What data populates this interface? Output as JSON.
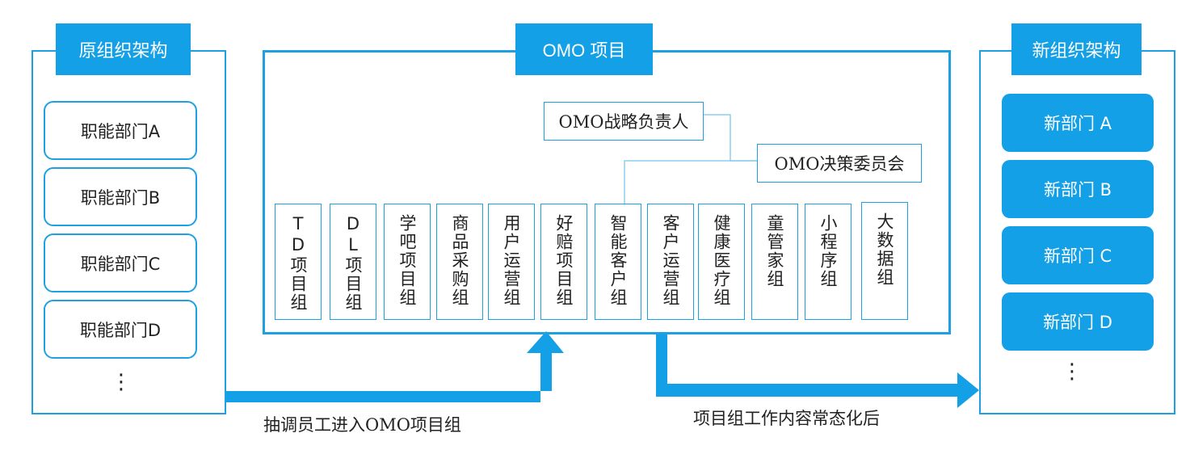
{
  "left_panel": {
    "title": "原组织架构",
    "items": [
      "职能部门A",
      "职能部门B",
      "职能部门C",
      "职能部门D"
    ],
    "more": "⋮"
  },
  "center_panel": {
    "title": "OMO 项目",
    "lead": "OMO战略负责人",
    "committee": "OMO决策委员会",
    "groups": [
      "TD项目组",
      "DL项目组",
      "学吧项目组",
      "商品采购组",
      "用户运营组",
      "好赔项目组",
      "智能客户组",
      "客户运营组",
      "健康医疗组",
      "童管家组",
      "小程序组",
      "大数据组"
    ]
  },
  "right_panel": {
    "title": "新组织架构",
    "items": [
      "新部门 A",
      "新部门 B",
      "新部门 C",
      "新部门 D"
    ],
    "more": "⋮"
  },
  "flows": {
    "to_project": "抽调员工进入OMO项目组",
    "to_new": "项目组工作内容常态化后"
  },
  "colors": {
    "accent": "#14a0e6",
    "line": "#1ea0e2"
  }
}
